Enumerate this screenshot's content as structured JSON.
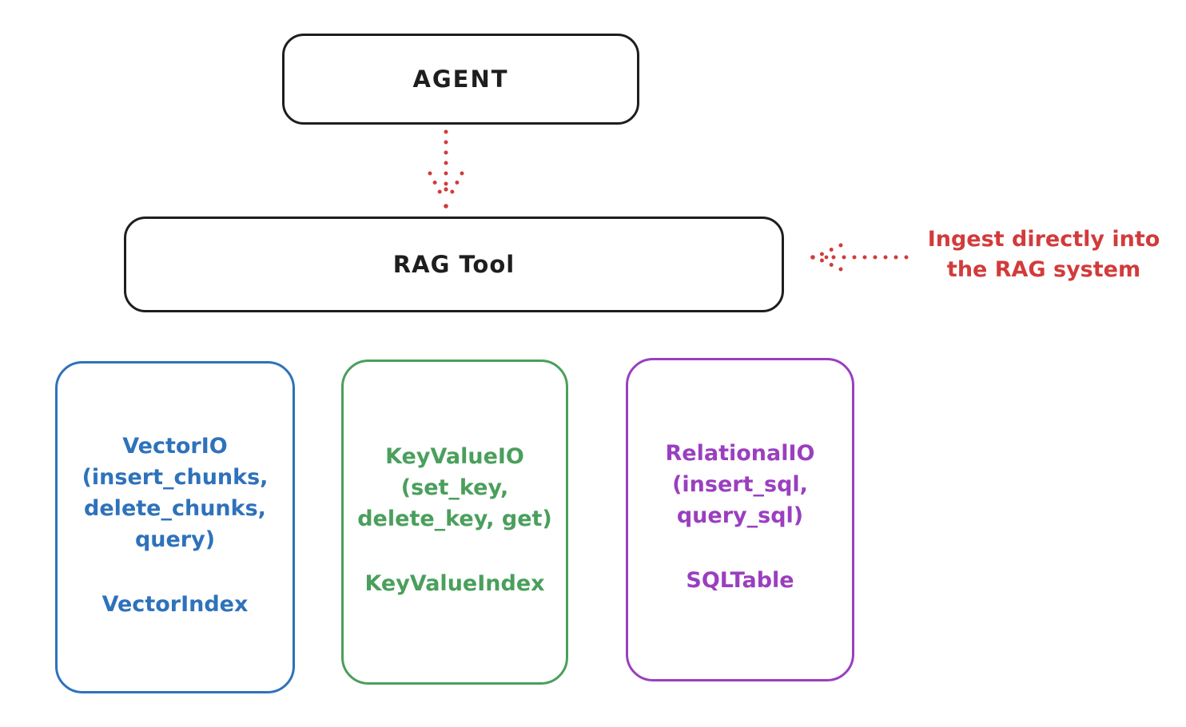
{
  "canvas": {
    "background": "#ffffff",
    "ink_color": "#1e1e1e",
    "accent_red": "#d23b3b",
    "accent_blue": "#2e72bb",
    "accent_green": "#4a9f5c",
    "accent_purple": "#9a3fbf"
  },
  "agent_box": {
    "label": "AGENT"
  },
  "rag_tool_box": {
    "label": "RAG Tool"
  },
  "ingest_annotation": {
    "label": "Ingest directly into\nthe RAG system"
  },
  "arrows": [
    {
      "name": "agent-to-rag-arrow",
      "style": "dotted",
      "direction": "down",
      "color": "#d23b3b"
    },
    {
      "name": "ingest-to-rag-arrow",
      "style": "dotted",
      "direction": "left",
      "color": "#d23b3b"
    }
  ],
  "backends": [
    {
      "title": "VectorIO",
      "methods": "(insert_chunks,\ndelete_chunks,\nquery)",
      "index_class": "VectorIndex",
      "color": "#2e72bb"
    },
    {
      "title": "KeyValueIO",
      "methods": "(set_key,\ndelete_key, get)",
      "index_class": "KeyValueIndex",
      "color": "#4a9f5c"
    },
    {
      "title": "RelationalIO",
      "methods": "(insert_sql,\nquery_sql)",
      "index_class": "SQLTable",
      "color": "#9a3fbf"
    }
  ]
}
